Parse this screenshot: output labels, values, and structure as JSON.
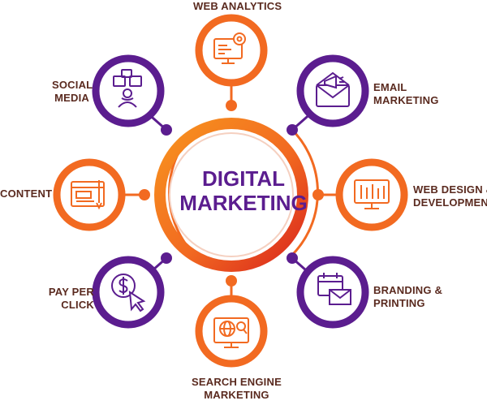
{
  "center": {
    "line1": "DIGITAL",
    "line2": "MARKETING"
  },
  "colors": {
    "orange": "#f26a21",
    "purple": "#5b1d8f",
    "label": "#5a2a1f",
    "ring_orange": "#f47b20"
  },
  "nodes": [
    {
      "id": "web-analytics",
      "line1": "WEB ANALYTICS",
      "line2": "",
      "icon": "analytics-screen-gear-icon",
      "color": "orange"
    },
    {
      "id": "email-marketing",
      "line1": "EMAIL",
      "line2": "MARKETING",
      "icon": "email-megaphone-icon",
      "color": "purple"
    },
    {
      "id": "web-design",
      "line1": "WEB DESIGN &",
      "line2": "DEVELOPMENT",
      "icon": "design-monitor-icon",
      "color": "orange"
    },
    {
      "id": "branding",
      "line1": "BRANDING &",
      "line2": "PRINTING",
      "icon": "calendar-envelope-icon",
      "color": "purple"
    },
    {
      "id": "sem",
      "line1": "SEARCH ENGINE",
      "line2": "MARKETING",
      "icon": "globe-search-icon",
      "color": "orange"
    },
    {
      "id": "ppc",
      "line1": "PAY PER",
      "line2": "CLICK",
      "icon": "dollar-cursor-icon",
      "color": "purple"
    },
    {
      "id": "content",
      "line1": "CONTENT",
      "line2": "",
      "icon": "content-browser-icon",
      "color": "orange"
    },
    {
      "id": "social-media",
      "line1": "SOCIAL",
      "line2": "MEDIA",
      "icon": "social-person-icon",
      "color": "purple"
    }
  ]
}
